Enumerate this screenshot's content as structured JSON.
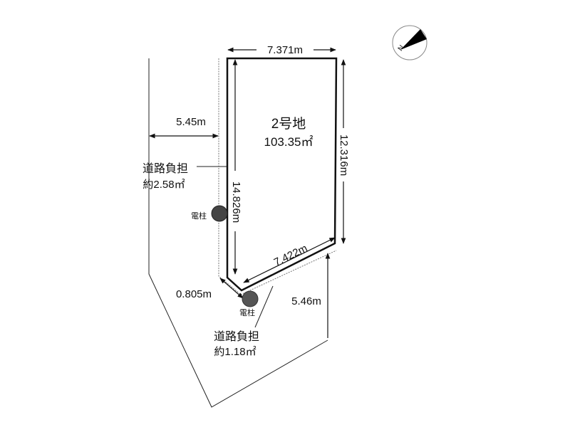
{
  "lot": {
    "name": "2号地",
    "area": "103.35㎡"
  },
  "dimensions": {
    "top": "7.371m",
    "right": "12.316m",
    "left": "14.826m",
    "bottom": "7.422m",
    "road_width_left": "5.45m",
    "corner_cut": "0.805m",
    "road_width_bottom": "5.46m"
  },
  "road_burden_left": {
    "label": "道路負担",
    "area": "約2.58㎡"
  },
  "road_burden_bottom": {
    "label": "道路負担",
    "area": "約1.18㎡"
  },
  "pole_left": {
    "label": "電柱"
  },
  "pole_bottom": {
    "label": "電柱"
  },
  "compass": {
    "letter": "N"
  }
}
